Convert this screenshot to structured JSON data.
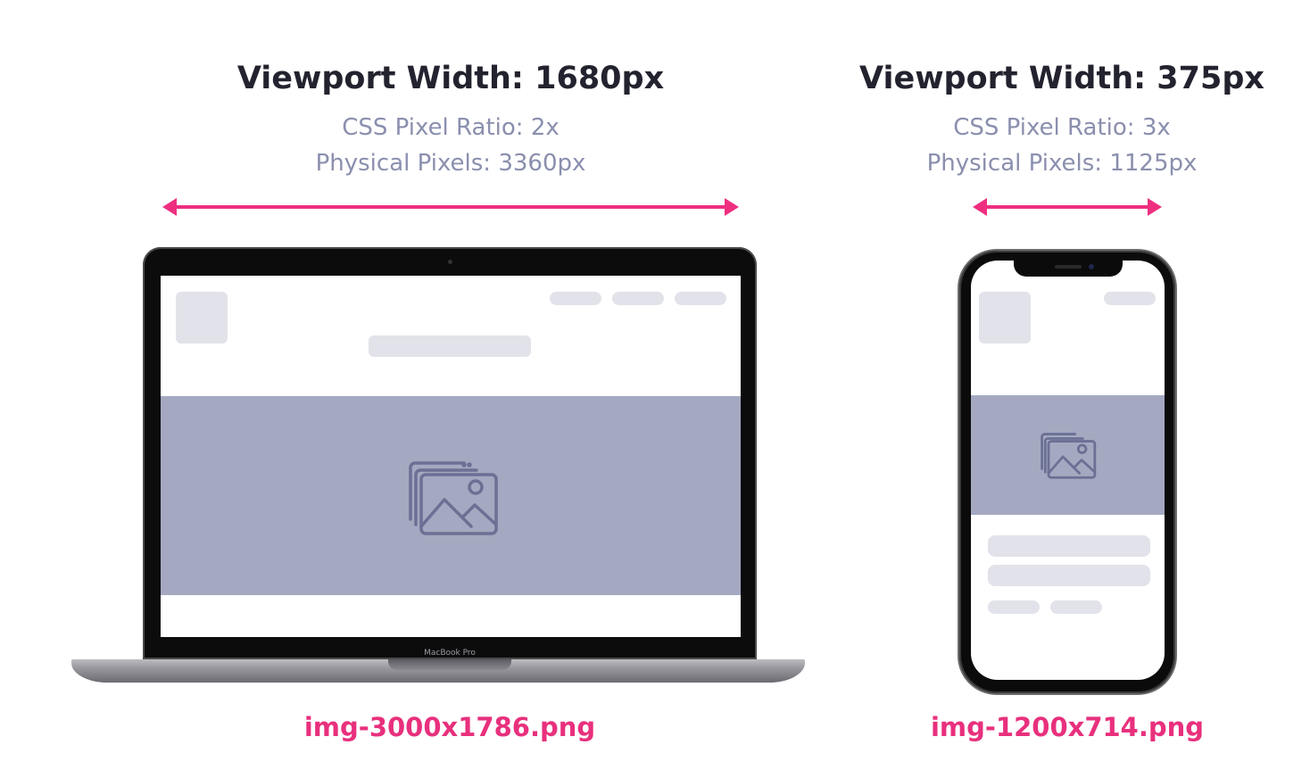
{
  "desktop": {
    "title": "Viewport Width: 1680px",
    "pixel_ratio": "CSS Pixel Ratio: 2x",
    "physical": "Physical Pixels: 3360px",
    "filename": "img-3000x1786.png",
    "device_label": "MacBook Pro"
  },
  "mobile": {
    "title": "Viewport Width: 375px",
    "pixel_ratio": "CSS Pixel Ratio: 3x",
    "physical": "Physical Pixels: 1125px",
    "filename": "img-1200x714.png"
  },
  "colors": {
    "accent": "#ee2f80",
    "title": "#23232f",
    "subtitle": "#8a8fae",
    "placeholder": "#e2e2ea",
    "hero": "#a4a9c1",
    "icon": "#6b7094"
  },
  "icons": {
    "hero_image": "images-stack-icon"
  }
}
